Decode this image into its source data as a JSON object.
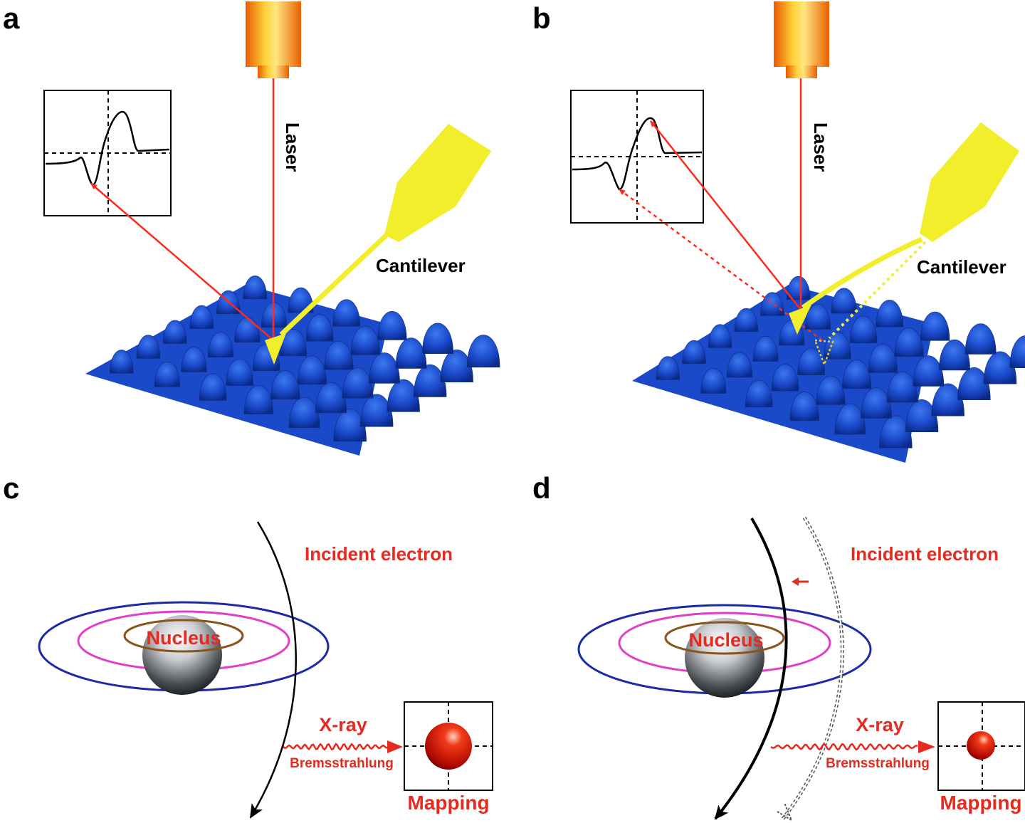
{
  "panels": {
    "a": {
      "letter": "a",
      "laser": "Laser",
      "cantilever": "Cantilever"
    },
    "b": {
      "letter": "b",
      "laser": "Laser",
      "cantilever": "Cantilever"
    },
    "c": {
      "letter": "c",
      "incident": "Incident electron",
      "nucleus": "Nucleus",
      "xray": "X-ray",
      "brems": "Bremsstrahlung",
      "mapping": "Mapping"
    },
    "d": {
      "letter": "d",
      "incident": "Incident electron",
      "nucleus": "Nucleus",
      "xray": "X-ray",
      "brems": "Bremsstrahlung",
      "mapping": "Mapping"
    }
  },
  "colors": {
    "laser_beam": "#ff2a1a",
    "cantilever": "#f2ee2c",
    "surface": "#1a49c9",
    "orbit_outer": "#1c2aa8",
    "orbit_middle": "#e040c8",
    "orbit_inner": "#8a5418",
    "label_red": "#e52a1f",
    "signal_curve": "#000000"
  }
}
